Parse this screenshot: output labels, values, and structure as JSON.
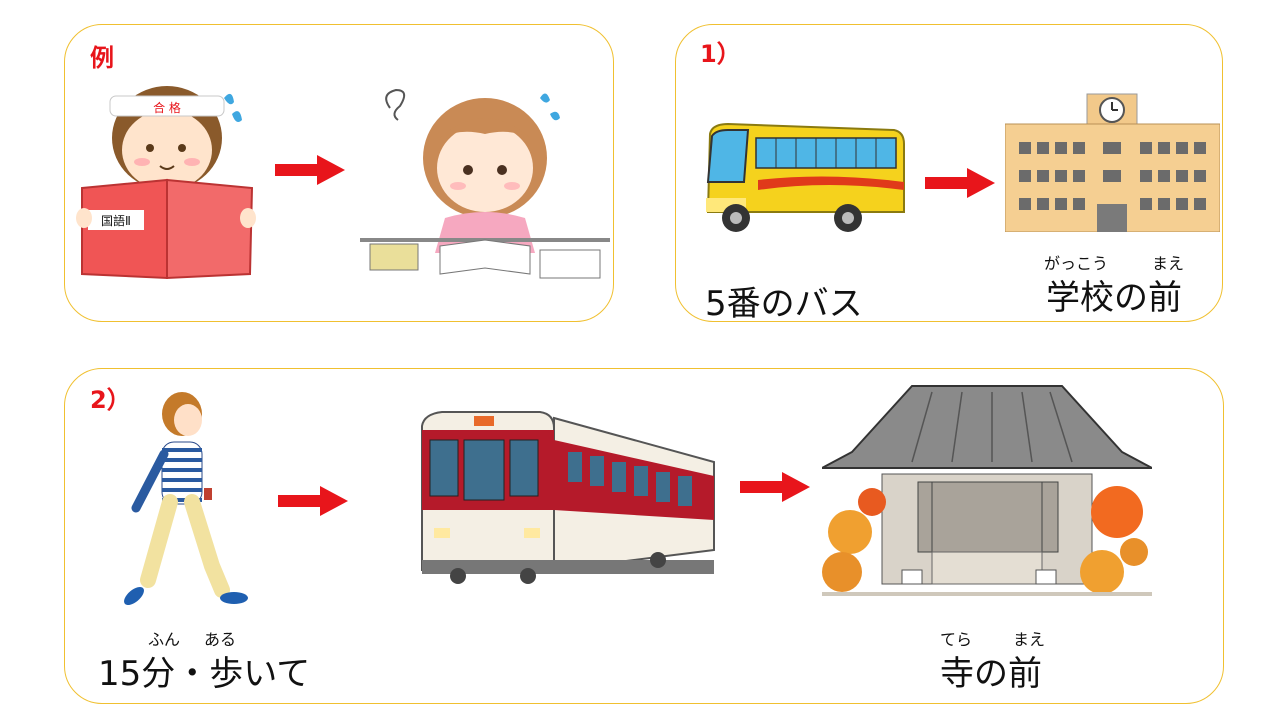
{
  "panels": {
    "example": {
      "label": "例",
      "book_title": "国語Ⅱ",
      "headband": "合 格"
    },
    "one": {
      "label": "1）",
      "caption_left": "5番のバス",
      "caption_right": "学校の前",
      "ruby_gakkou": "がっこう",
      "ruby_mae": "まえ"
    },
    "two": {
      "label": "2）",
      "caption_left": "15分・歩いて",
      "caption_right": "寺の前",
      "ruby_fun": "ふん",
      "ruby_aru": "ある",
      "ruby_tera": "てら",
      "ruby_mae": "まえ"
    }
  },
  "colors": {
    "panel_border": "#f0c030",
    "label": "#e8151b",
    "arrow": "#e8151b"
  },
  "icons": [
    "arrow-right-icon",
    "student-illustration",
    "girl-studying-illustration",
    "bus-illustration",
    "school-illustration",
    "walking-person-illustration",
    "train-illustration",
    "temple-illustration"
  ]
}
